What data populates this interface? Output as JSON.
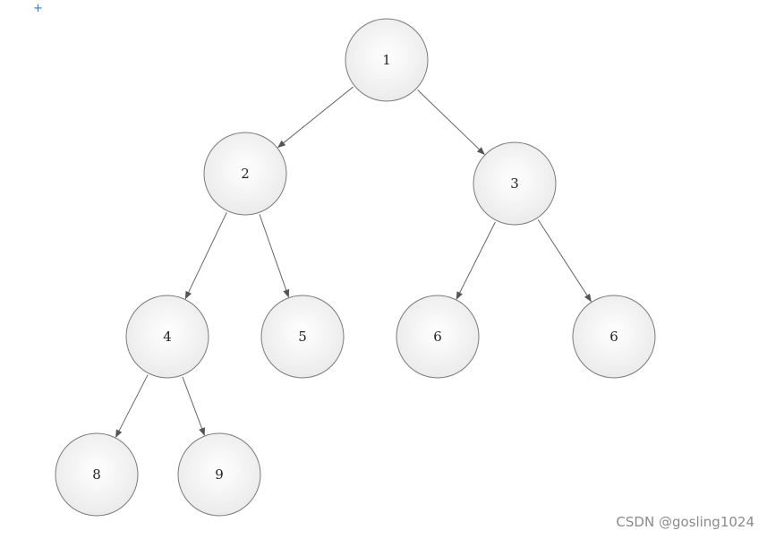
{
  "diagram": {
    "type": "tree",
    "nodes": [
      {
        "id": "n1",
        "label": "1"
      },
      {
        "id": "n2",
        "label": "2"
      },
      {
        "id": "n3",
        "label": "3"
      },
      {
        "id": "n4",
        "label": "4"
      },
      {
        "id": "n5",
        "label": "5"
      },
      {
        "id": "n6a",
        "label": "6"
      },
      {
        "id": "n6b",
        "label": "6"
      },
      {
        "id": "n8",
        "label": "8"
      },
      {
        "id": "n9",
        "label": "9"
      }
    ],
    "edges": [
      {
        "from": "n1",
        "to": "n2"
      },
      {
        "from": "n1",
        "to": "n3"
      },
      {
        "from": "n2",
        "to": "n4"
      },
      {
        "from": "n2",
        "to": "n5"
      },
      {
        "from": "n3",
        "to": "n6a"
      },
      {
        "from": "n3",
        "to": "n6b"
      },
      {
        "from": "n4",
        "to": "n8"
      },
      {
        "from": "n4",
        "to": "n9"
      }
    ]
  },
  "decor": {
    "plus_mark": "+",
    "accent_color": "#3a78c2"
  },
  "watermark": "CSDN @gosling1024"
}
